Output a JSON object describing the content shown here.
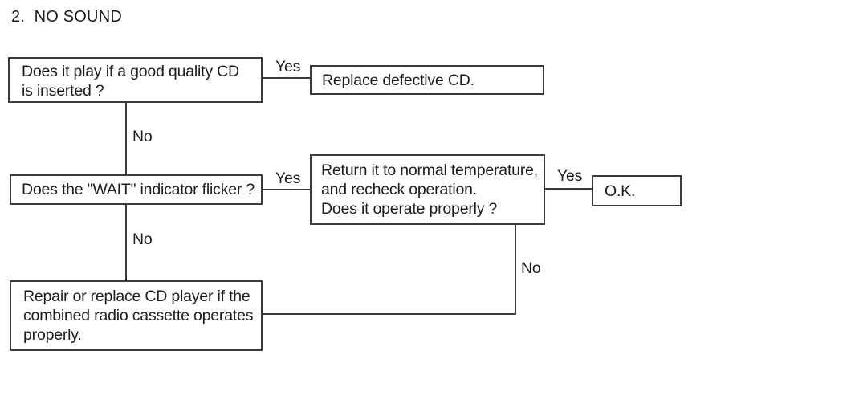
{
  "page": {
    "title": "2.  NO SOUND"
  },
  "flowchart": {
    "boxes": {
      "q1": {
        "lines": [
          "Does it play if a good quality CD",
          "is inserted ?"
        ]
      },
      "replace_cd": {
        "lines": [
          "Replace defective CD."
        ]
      },
      "q2": {
        "lines": [
          "Does the \"WAIT\" indicator flicker ?"
        ]
      },
      "recheck": {
        "lines": [
          "Return it to normal temperature,",
          "and recheck operation.",
          "Does it operate properly ?"
        ]
      },
      "ok": {
        "lines": [
          "O.K."
        ]
      },
      "repair": {
        "lines": [
          "Repair or replace CD player if the",
          "combined radio cassette operates",
          "properly."
        ]
      }
    },
    "labels": {
      "yes1": "Yes",
      "no1": "No",
      "yes2": "Yes",
      "yes3": "Yes",
      "no2": "No",
      "no3": "No"
    },
    "colors": {
      "background": "#ffffff",
      "line": "#3a3a3a",
      "text": "#1c1c1c"
    }
  }
}
